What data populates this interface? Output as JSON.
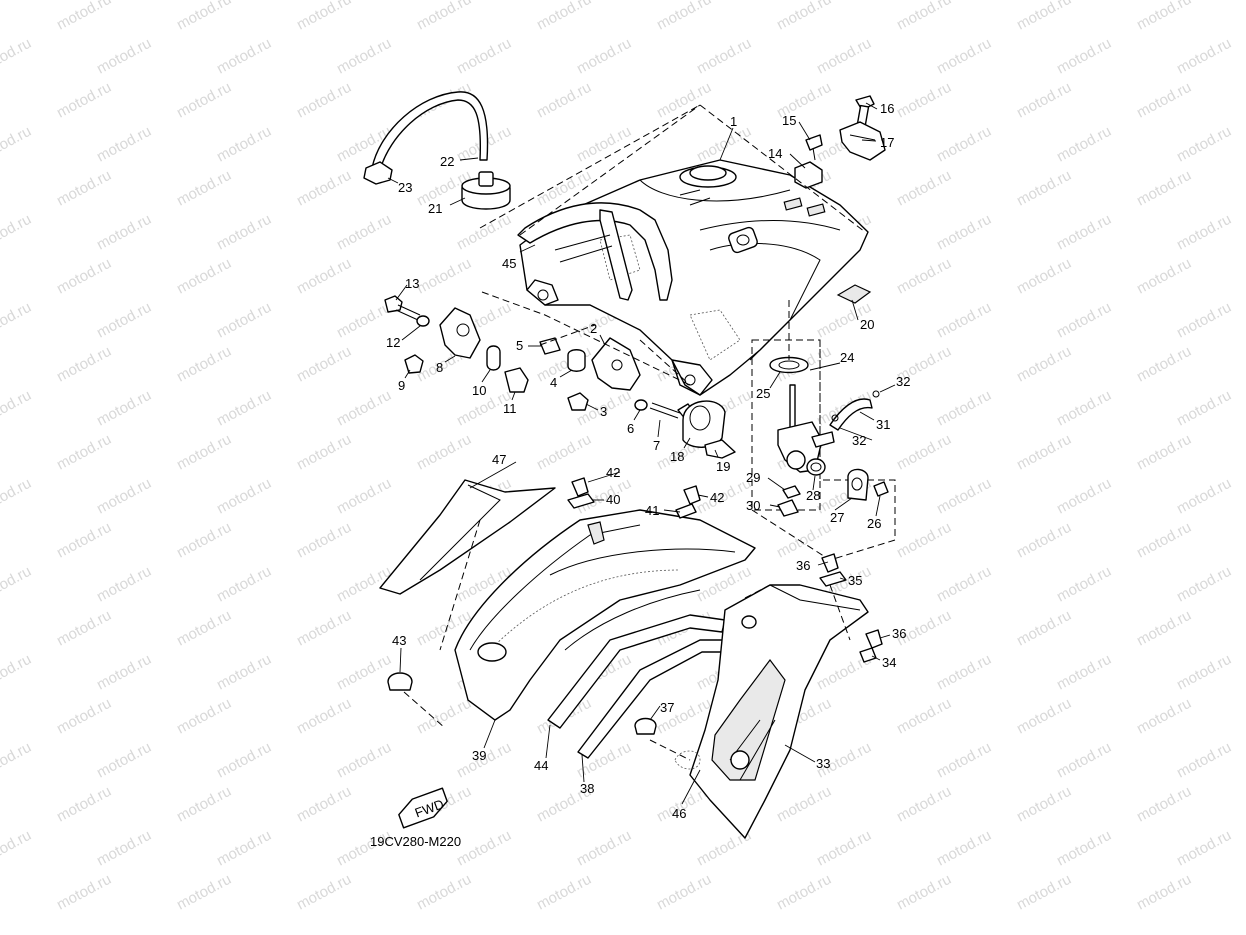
{
  "diagram_code": "19CV280-M220",
  "watermark": "motod.ru",
  "fwd_badge": "FWD",
  "part_labels": {
    "p1": "1",
    "p2": "2",
    "p3": "3",
    "p4": "4",
    "p5": "5",
    "p6": "6",
    "p7": "7",
    "p8": "8",
    "p9": "9",
    "p10": "10",
    "p11": "11",
    "p12": "12",
    "p13": "13",
    "p14": "14",
    "p15": "15",
    "p16": "16",
    "p17": "17",
    "p18": "18",
    "p19": "19",
    "p20": "20",
    "p21": "21",
    "p22": "22",
    "p23": "23",
    "p24": "24",
    "p25": "25",
    "p26": "26",
    "p27": "27",
    "p28": "28",
    "p29": "29",
    "p30": "30",
    "p31": "31",
    "p32a": "32",
    "p32b": "32",
    "p33": "33",
    "p34": "34",
    "p35": "35",
    "p36a": "36",
    "p36b": "36",
    "p37": "37",
    "p38": "38",
    "p39": "39",
    "p40": "40",
    "p41": "41",
    "p42a": "42",
    "p42b": "42",
    "p43": "43",
    "p44": "44",
    "p45": "45",
    "p46": "46",
    "p47": "47"
  }
}
